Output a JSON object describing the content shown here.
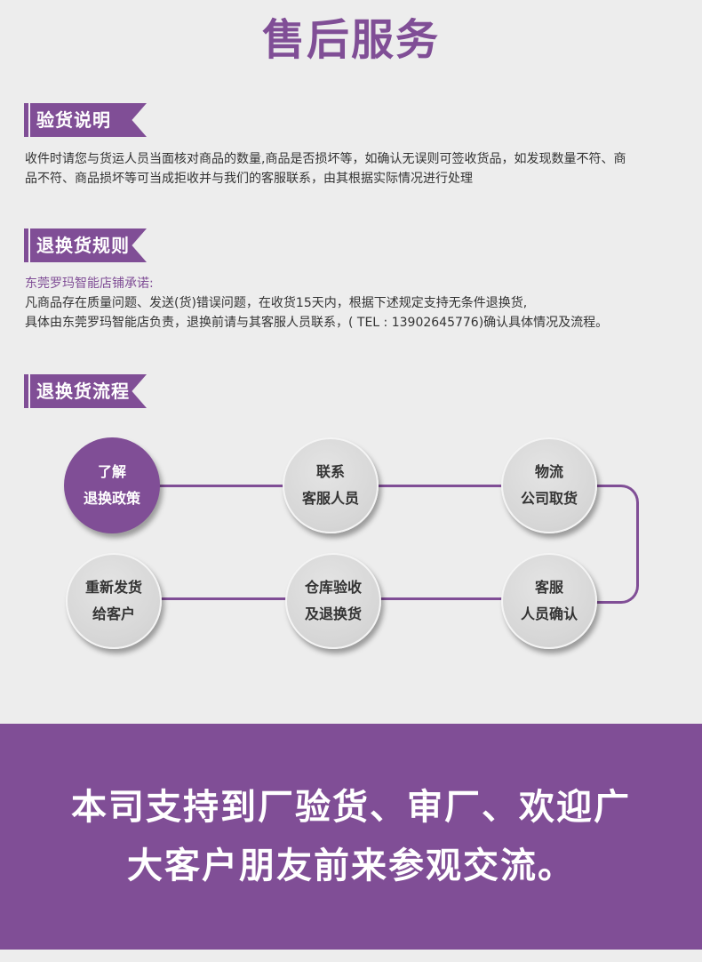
{
  "page": {
    "title": "售后服务",
    "accent_color": "#804e96",
    "background_color": "#ededed"
  },
  "sections": {
    "inspection": {
      "heading": "验货说明",
      "lines": [
        "收件时请您与货运人员当面核对商品的数量,商品是否损坏等，如确认无误则可签收货品，如发现数量不符、商",
        "品不符、商品损坏等可当成拒收并与我们的客服联系，由其根据实际情况进行处理"
      ]
    },
    "return_rules": {
      "heading": "退换货规则",
      "promise_label": "东莞罗玛智能店铺承诺:",
      "lines": [
        "凡商品存在质量问题、发送(货)错误问题，在收货15天内，根据下述规定支持无条件退换货,",
        "具体由东莞罗玛智能店负责，退换前请与其客服人员联系，( TEL : 13902645776)确认具体情况及流程。"
      ],
      "phone": "13902645776",
      "days": "15"
    },
    "return_process": {
      "heading": "退换货流程",
      "steps": [
        {
          "line1": "了解",
          "line2": "退换政策",
          "highlighted": true
        },
        {
          "line1": "联系",
          "line2": "客服人员",
          "highlighted": false
        },
        {
          "line1": "物流",
          "line2": "公司取货",
          "highlighted": false
        },
        {
          "line1": "客服",
          "line2": "人员确认",
          "highlighted": false
        },
        {
          "line1": "仓库验收",
          "line2": "及退换货",
          "highlighted": false
        },
        {
          "line1": "重新发货",
          "line2": "给客户",
          "highlighted": false
        }
      ]
    }
  },
  "footer": {
    "line1": "本司支持到厂验货、审厂、欢迎广",
    "line2": "大客户朋友前来参观交流。"
  }
}
